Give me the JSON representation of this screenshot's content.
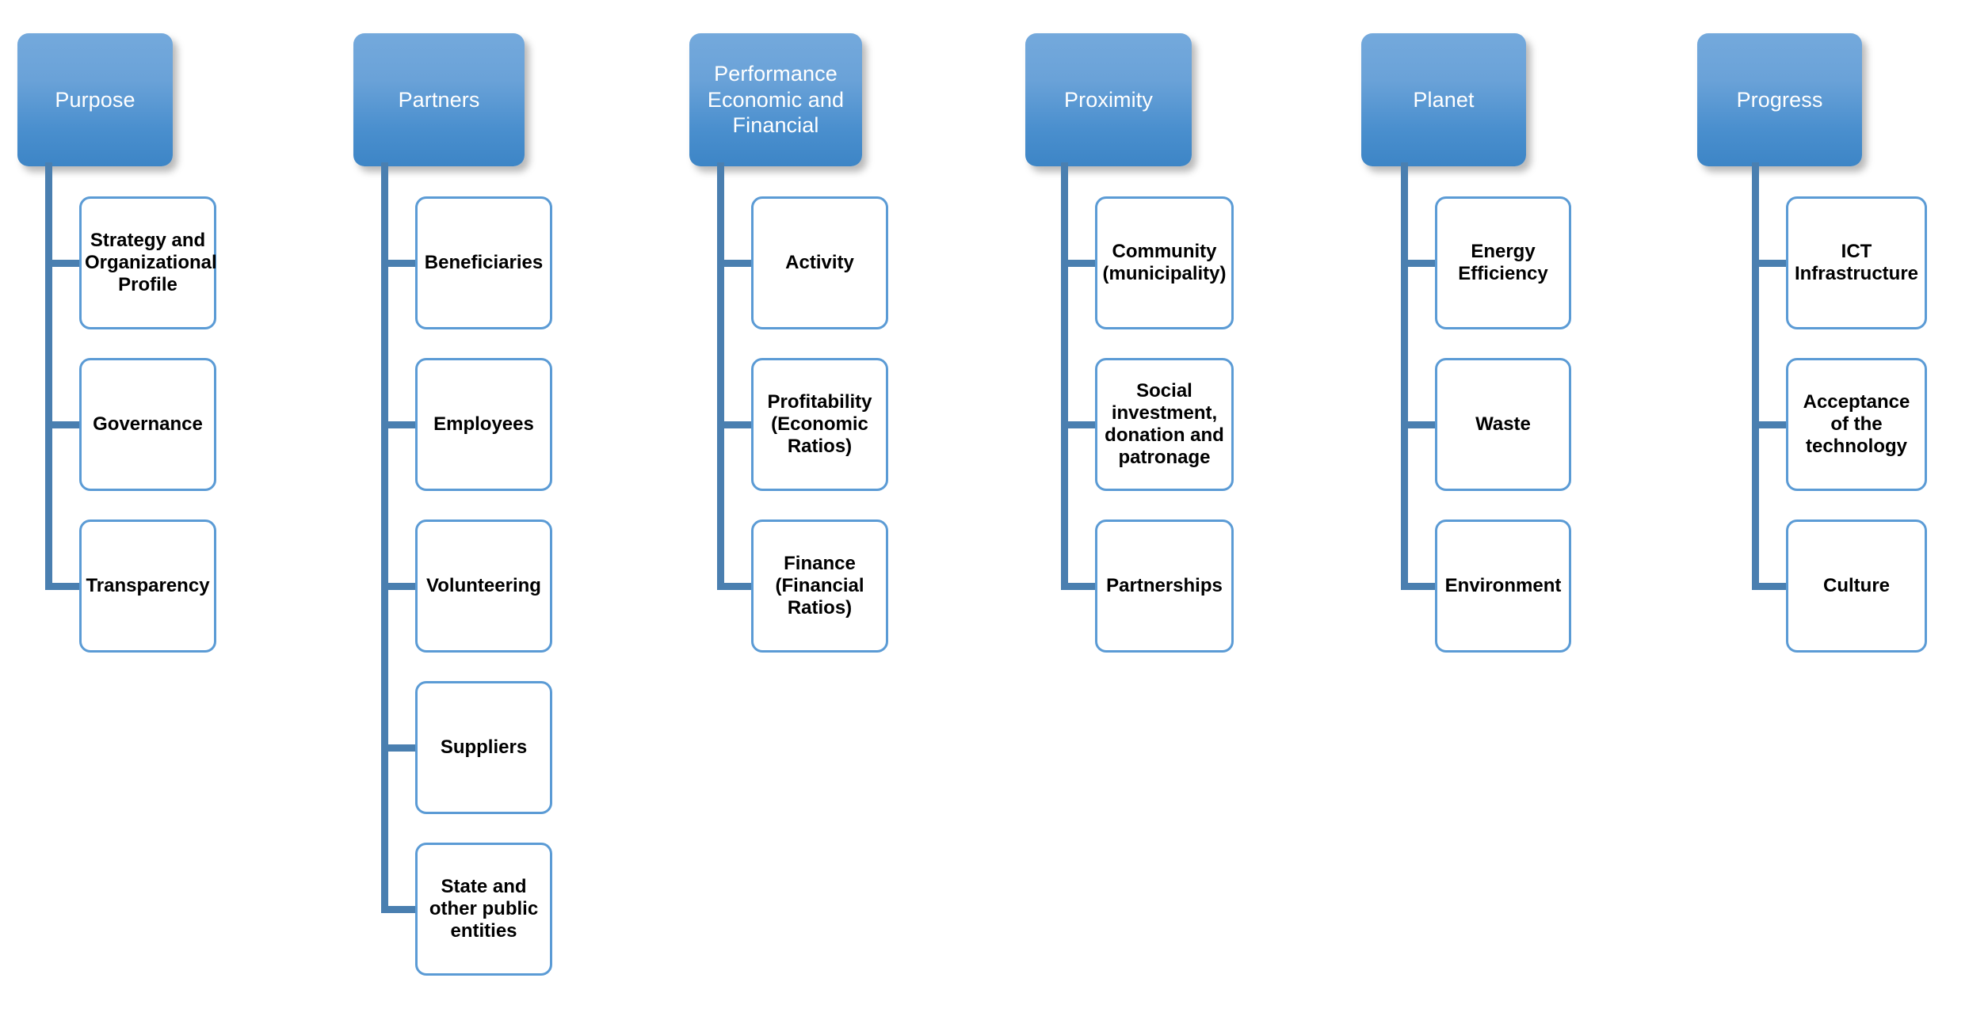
{
  "diagram": {
    "title": "Six-P sustainability indicator framework",
    "type": "organizational-hierarchy",
    "colors": {
      "header_fill_top": "#74a9dc",
      "header_fill_bottom": "#3d85c6",
      "header_text": "#ffffff",
      "child_border": "#5b9bd5",
      "child_fill": "#ffffff",
      "child_text": "#000000",
      "connector_line": "#4a7fb0",
      "background": "#ffffff"
    },
    "branches": [
      {
        "header": "Purpose",
        "children": [
          "Strategy and Organizational Profile",
          "Governance",
          "Transparency"
        ]
      },
      {
        "header": "Partners",
        "children": [
          "Beneficiaries",
          "Employees",
          "Volunteering",
          "Suppliers",
          "State and other public entities"
        ]
      },
      {
        "header": "Performance Economic and Financial",
        "children": [
          "Activity",
          "Profitability (Economic Ratios)",
          "Finance (Financial Ratios)"
        ]
      },
      {
        "header": "Proximity",
        "children": [
          "Community (municipality)",
          "Social investment, donation and patronage",
          "Partnerships"
        ]
      },
      {
        "header": "Planet",
        "children": [
          "Energy Efficiency",
          "Waste",
          "Environment"
        ]
      },
      {
        "header": "Progress",
        "children": [
          "ICT Infrastructure",
          "Acceptance of the technology",
          "Culture"
        ]
      }
    ]
  }
}
